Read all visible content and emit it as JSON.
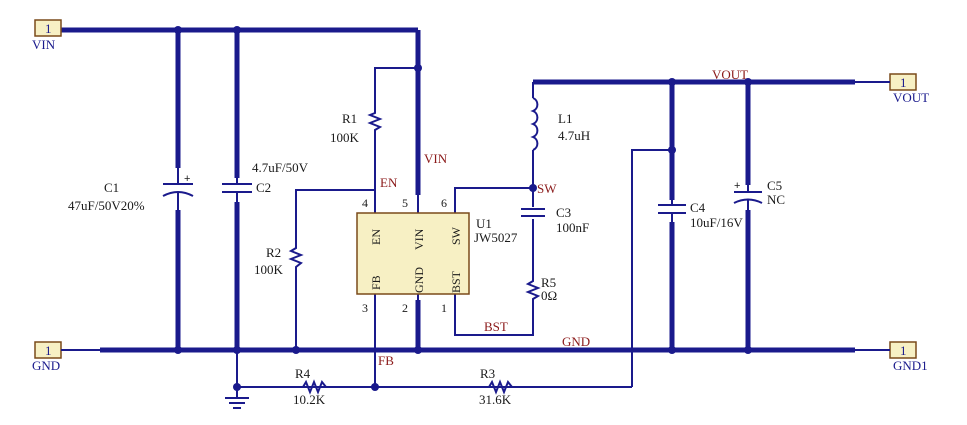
{
  "ports": {
    "vin": {
      "num": "1",
      "label": "VIN"
    },
    "gnd_left": {
      "num": "1",
      "label": "GND"
    },
    "vout": {
      "num": "1",
      "label": "VOUT"
    },
    "gnd_right": {
      "num": "1",
      "label": "GND1"
    }
  },
  "nets": {
    "vin": "VIN",
    "en": "EN",
    "sw": "SW",
    "vout": "VOUT",
    "gnd": "GND",
    "fb": "FB",
    "bst": "BST"
  },
  "components": {
    "c1": {
      "ref": "C1",
      "value": "47uF/50V20%",
      "polarity": "+"
    },
    "c2": {
      "ref": "C2",
      "value": "4.7uF/50V"
    },
    "r1": {
      "ref": "R1",
      "value": "100K"
    },
    "r2": {
      "ref": "R2",
      "value": "100K"
    },
    "r3": {
      "ref": "R3",
      "value": "31.6K"
    },
    "r4": {
      "ref": "R4",
      "value": "10.2K"
    },
    "r5": {
      "ref": "R5",
      "value": "0Ω"
    },
    "l1": {
      "ref": "L1",
      "value": "4.7uH"
    },
    "c3": {
      "ref": "C3",
      "value": "100nF"
    },
    "c4": {
      "ref": "C4",
      "value": "10uF/16V"
    },
    "c5": {
      "ref": "C5",
      "value": "NC",
      "polarity": "+"
    }
  },
  "ic": {
    "ref": "U1",
    "part": "JW5027",
    "pins": {
      "en": {
        "name": "EN",
        "num": "4"
      },
      "vin": {
        "name": "VIN",
        "num": "5"
      },
      "sw": {
        "name": "SW",
        "num": "6"
      },
      "fb": {
        "name": "FB",
        "num": "3"
      },
      "gnd": {
        "name": "GND",
        "num": "2"
      },
      "bst": {
        "name": "BST",
        "num": "1"
      }
    }
  },
  "colors": {
    "wire": "#1a1a8c",
    "net_label": "#8b1a1a",
    "port_fill": "#f7f0c4",
    "port_border": "#7a4a1a"
  }
}
